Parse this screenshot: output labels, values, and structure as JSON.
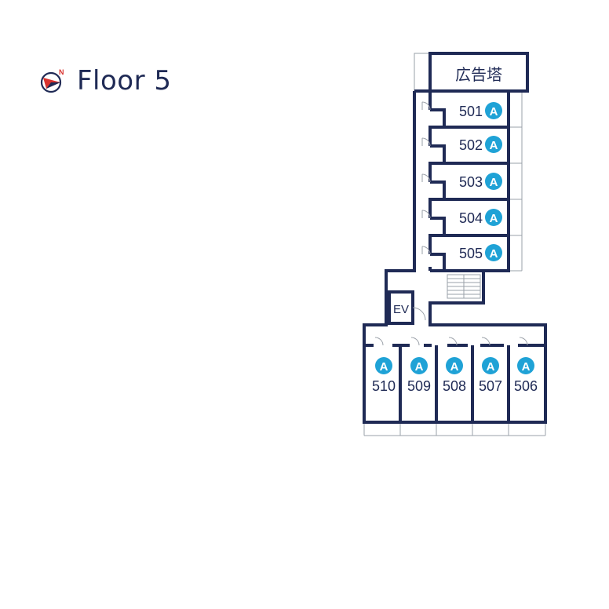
{
  "floor": {
    "title": "Floor 5"
  },
  "sign": {
    "label": "広告塔"
  },
  "elevator": {
    "label": "EV"
  },
  "units_east": [
    {
      "number": "501",
      "badge": "A"
    },
    {
      "number": "502",
      "badge": "A"
    },
    {
      "number": "503",
      "badge": "A"
    },
    {
      "number": "504",
      "badge": "A"
    },
    {
      "number": "505",
      "badge": "A"
    }
  ],
  "units_south": [
    {
      "number": "510",
      "badge": "A"
    },
    {
      "number": "509",
      "badge": "A"
    },
    {
      "number": "508",
      "badge": "A"
    },
    {
      "number": "507",
      "badge": "A"
    },
    {
      "number": "506",
      "badge": "A"
    }
  ],
  "colors": {
    "wall": "#1f2a55",
    "badge": "#1fa2d6",
    "accent": "#d8322e",
    "title": "#1f2a55",
    "thin": "#9aa0a8"
  }
}
